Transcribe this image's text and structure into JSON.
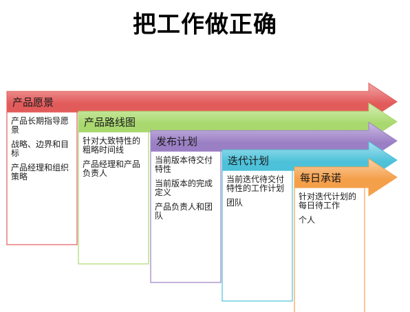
{
  "title": "把工作做正确",
  "stages": [
    {
      "label": "产品愿景",
      "color": "#e25b5b",
      "color_light": "#f2a5a5",
      "items": [
        "产品长期指导愿景",
        "战略、边界和目标",
        "产品经理和组织策略"
      ]
    },
    {
      "label": "产品路线图",
      "color": "#a9d86e",
      "color_light": "#d6efb6",
      "items": [
        "针对大致特性的粗略时间线",
        "产品经理和产品负责人"
      ]
    },
    {
      "label": "发布计划",
      "color": "#9b7fc4",
      "color_light": "#cdbde6",
      "items": [
        "当前版本待交付特性",
        "当前版本的完成定义",
        "产品负责人和团队"
      ]
    },
    {
      "label": "迭代计划",
      "color": "#4cc1d9",
      "color_light": "#a9e3ef",
      "items": [
        "当前迭代待交付特性的工作计划",
        "团队"
      ]
    },
    {
      "label": "每日承诺",
      "color": "#f4a04b",
      "color_light": "#f9d1a6",
      "items": [
        "针对迭代计划的每日待工作",
        "个人"
      ]
    }
  ]
}
